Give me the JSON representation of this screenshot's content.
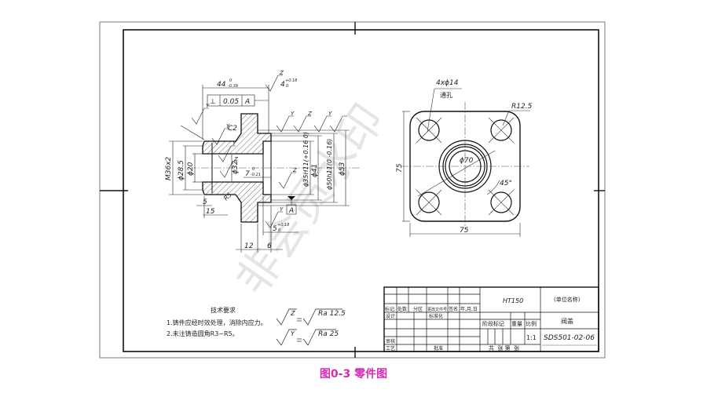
{
  "drawing": {
    "front_view": {
      "dims": {
        "length_44": "44",
        "length_44_tol_upper": "0",
        "length_44_tol_lower": "-0.39",
        "depth_4": "4",
        "depth_4_tol_upper": "+0.18",
        "depth_4_tol_lower": "0",
        "perpendicularity_symbol": "⊥",
        "perpendicularity_value": "0.05",
        "perpendicularity_datum": "A",
        "chamfer": "C2",
        "thread": "M36x2",
        "d28_5": "ϕ28.5",
        "d20": "ϕ20",
        "d32": "ϕ32",
        "len7": "7",
        "len7_tol_upper": "0",
        "len7_tol_lower": "-0.21",
        "d35": "ϕ35H11(+0.16 0)",
        "d41": "ϕ41",
        "d50": "ϕ50h11(0 -0.16)",
        "d53": "ϕ53",
        "len5": "5",
        "len15": "15",
        "r5": "R5",
        "len5b": "5",
        "len5b_tol_upper": "+0.18",
        "len5b_tol_lower": "0",
        "len12": "12",
        "len6": "6",
        "datum_a": "A"
      },
      "roughness_labels": [
        "Z",
        "Y",
        "Y",
        "Y",
        "Z",
        "Y",
        "Y",
        "Z",
        "Z",
        "Y"
      ]
    },
    "side_view": {
      "holes_note": "4xϕ14",
      "holes_through": "通孔",
      "corner_radius": "R12.5",
      "bolt_circle": "ϕ70",
      "angle": "45°",
      "height": "75",
      "width": "75"
    },
    "tech_requirements": {
      "title": "技术要求",
      "items": [
        "1.铸件应经时效处理，消除内应力。",
        "2.未注铸造圆角R3~R5。"
      ],
      "roughness_z": "Z",
      "roughness_z_value": "Ra 12.5",
      "roughness_y": "Y",
      "roughness_y_value": "Ra 25"
    },
    "title_block": {
      "headers": [
        "标记",
        "处数",
        "分区",
        "更改文件号",
        "签名",
        "年,月,日"
      ],
      "design": "设计",
      "standardize": "标准化",
      "review": "审核",
      "process": "工艺",
      "approve": "批准",
      "material": "HT150",
      "unit_name": "(单位名称)",
      "part_name": "阀盖",
      "stage_mark": "阶段标记",
      "weight": "重量",
      "scale_label": "比例",
      "scale": "1:1",
      "drawing_number": "SDS501-02-06",
      "sheets": "共  张 第  张"
    },
    "watermark": "非会员水印"
  },
  "caption": "图0-3  零件图"
}
